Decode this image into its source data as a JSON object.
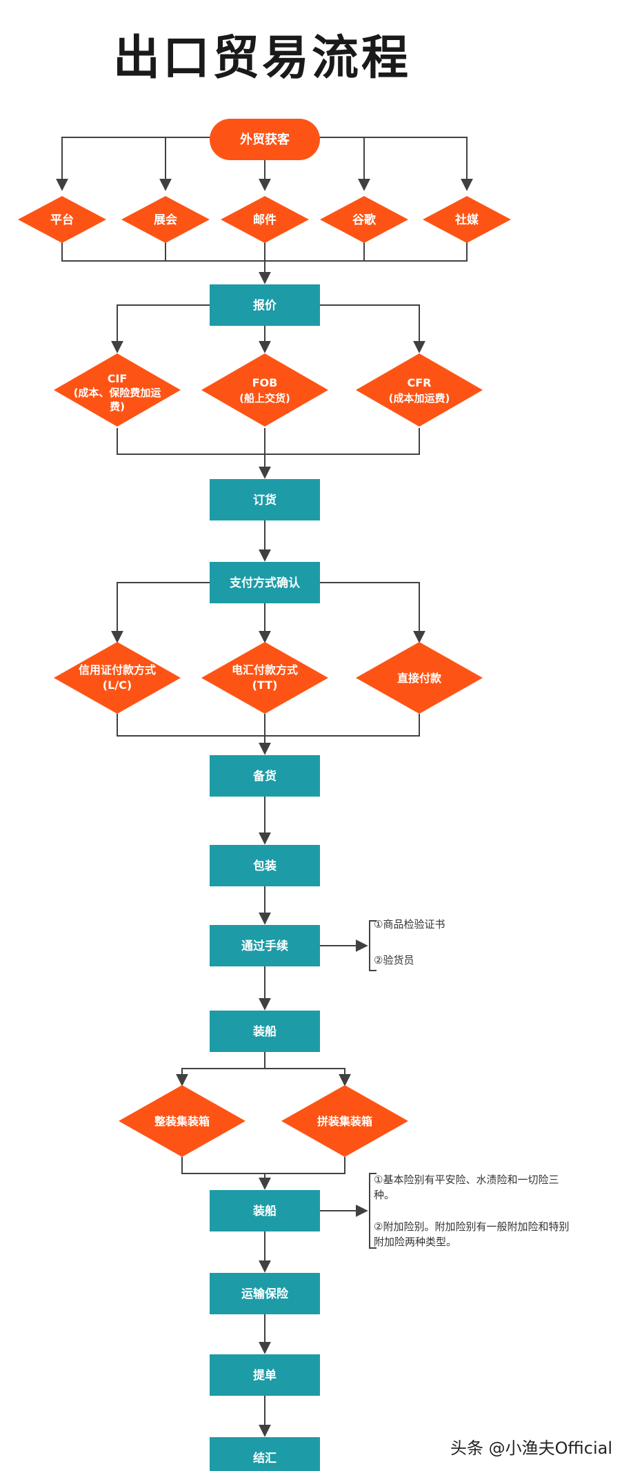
{
  "title": "出口贸易流程",
  "colors": {
    "teal": "#1d9ba7",
    "orange": "#fd5415",
    "line": "#404040"
  },
  "nodes": {
    "start": "外贸获客",
    "channels": [
      "平台",
      "展会",
      "邮件",
      "谷歌",
      "社媒"
    ],
    "quote": "报价",
    "terms": [
      {
        "line1": "CIF",
        "line2": "(成本、保险费加运",
        "line3": "费)"
      },
      {
        "line1": "FOB",
        "line2": "(船上交货)"
      },
      {
        "line1": "CFR",
        "line2": "(成本加运费)"
      }
    ],
    "order": "订货",
    "payment_confirm": "支付方式确认",
    "payments": [
      {
        "line1": "信用证付款方式",
        "line2": "(L/C)"
      },
      {
        "line1": "电汇付款方式",
        "line2": "(TT)"
      },
      {
        "line1": "直接付款"
      }
    ],
    "stock": "备货",
    "packing": "包装",
    "customs": "通过手续",
    "customs_notes": [
      "①商品检验证书",
      "②验货员"
    ],
    "shipping1": "装船",
    "containers": [
      "整装集装箱",
      "拼装集装箱"
    ],
    "shipping2": "装船",
    "insurance_notes": {
      "note1_line1": "①基本险别有平安险、水渍险和一切险三",
      "note1_line2": "种。",
      "note2_line1": "②附加险别。附加险别有一般附加险和特别",
      "note2_line2": "附加险两种类型。"
    },
    "insurance": "运输保险",
    "bill": "提单",
    "settlement": "结汇"
  },
  "watermark": "头条 @小渔夫Official"
}
